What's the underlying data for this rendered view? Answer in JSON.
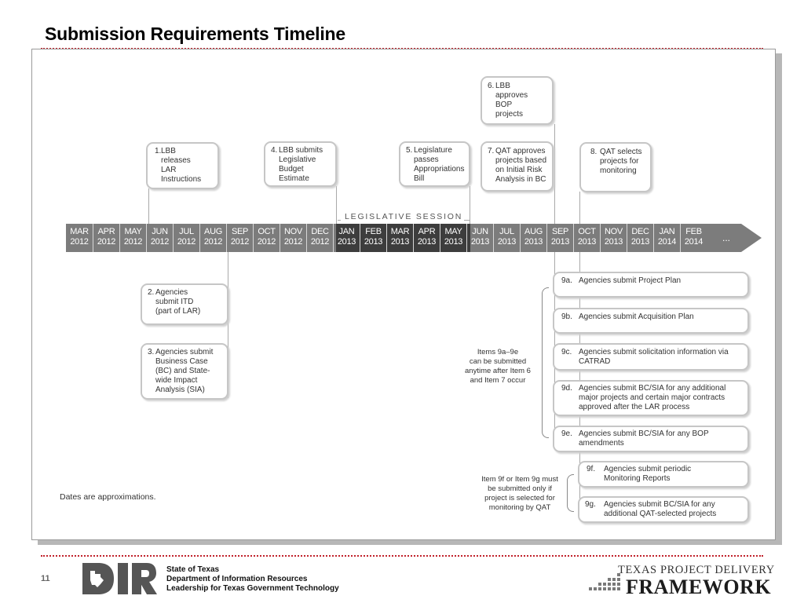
{
  "title": "Submission Requirements Timeline",
  "legislative_session_label": "LEGISLATIVE SESSION",
  "months": [
    {
      "m": "MAR",
      "y": "2012"
    },
    {
      "m": "APR",
      "y": "2012"
    },
    {
      "m": "MAY",
      "y": "2012"
    },
    {
      "m": "JUN",
      "y": "2012"
    },
    {
      "m": "JUL",
      "y": "2012"
    },
    {
      "m": "AUG",
      "y": "2012"
    },
    {
      "m": "SEP",
      "y": "2012"
    },
    {
      "m": "OCT",
      "y": "2012"
    },
    {
      "m": "NOV",
      "y": "2012"
    },
    {
      "m": "DEC",
      "y": "2012"
    },
    {
      "m": "JAN",
      "y": "2013"
    },
    {
      "m": "FEB",
      "y": "2013"
    },
    {
      "m": "MAR",
      "y": "2013"
    },
    {
      "m": "APR",
      "y": "2013"
    },
    {
      "m": "MAY",
      "y": "2013"
    },
    {
      "m": "JUN",
      "y": "2013"
    },
    {
      "m": "JUL",
      "y": "2013"
    },
    {
      "m": "AUG",
      "y": "2013"
    },
    {
      "m": "SEP",
      "y": "2013"
    },
    {
      "m": "OCT",
      "y": "2013"
    },
    {
      "m": "NOV",
      "y": "2013"
    },
    {
      "m": "DEC",
      "y": "2013"
    },
    {
      "m": "JAN",
      "y": "2014"
    },
    {
      "m": "FEB",
      "y": "2014"
    }
  ],
  "timeline_more": "...",
  "steps": {
    "s1": {
      "num": "1.",
      "text": "LBB\nreleases\nLAR\nInstructions"
    },
    "s2": {
      "num": "2.",
      "text": "Agencies\nsubmit ITD\n(part of LAR)"
    },
    "s3": {
      "num": "3.",
      "text": "Agencies submit\nBusiness Case\n(BC) and State-\nwide Impact\nAnalysis (SIA)"
    },
    "s4": {
      "num": "4.",
      "text": "LBB submits\nLegislative\nBudget\nEstimate"
    },
    "s5": {
      "num": "5.",
      "text": "Legislature\npasses\nAppropriations\nBill"
    },
    "s6": {
      "num": "6.",
      "text": "LBB\napproves\nBOP\nprojects"
    },
    "s7": {
      "num": "7.",
      "text": "QAT approves\nprojects based\non Initial Risk\nAnalysis in BC"
    },
    "s8": {
      "num": "8.",
      "text": "QAT selects\nprojects for\nmonitoring"
    },
    "s9a": {
      "num": "9a.",
      "text": "Agencies submit Project Plan"
    },
    "s9b": {
      "num": "9b.",
      "text": "Agencies submit Acquisition Plan"
    },
    "s9c": {
      "num": "9c.",
      "text": "Agencies submit solicitation information via\nCATRAD"
    },
    "s9d": {
      "num": "9d.",
      "text": "Agencies submit BC/SIA for any additional\nmajor projects and certain major contracts\napproved after the LAR process"
    },
    "s9e": {
      "num": "9e.",
      "text": "Agencies submit BC/SIA for any BOP\namendments"
    },
    "s9f": {
      "num": "9f.",
      "text": "Agencies submit periodic\nMonitoring Reports"
    },
    "s9g": {
      "num": "9g.",
      "text": "Agencies submit BC/SIA for any\nadditional QAT-selected projects"
    }
  },
  "note_9a_9e": "Items 9a–9e\ncan be submitted\nanytime after Item 6\nand Item 7 occur",
  "note_9f_9g": "Item 9f or Item 9g must\nbe submitted only if\nproject is selected for\nmonitoring by QAT",
  "dates_note": "Dates are approximations.",
  "footer": {
    "page_number": "11",
    "org_line1": "State of Texas",
    "org_line2": "Department of Information Resources",
    "org_line3": "Leadership for Texas Government Technology",
    "tpd_line1": "TEXAS PROJECT DELIVERY",
    "tpd_line2": "FRAMEWORK"
  },
  "colors": {
    "accent_red": "#c0202a",
    "timeline_gray": "#7c7c7c",
    "session_dark": "#3d3d3d"
  }
}
